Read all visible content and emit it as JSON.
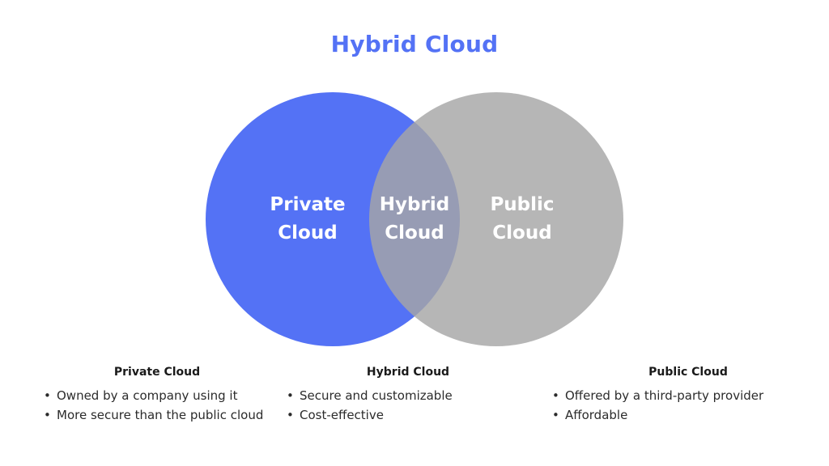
{
  "title": "Hybrid Cloud",
  "colors": {
    "private": "#5472f5",
    "public": "#a6a6a6",
    "overlap": "#6b81e3",
    "title": "#5472f5",
    "background": "#ffffff",
    "body_text": "#2b2b2b"
  },
  "venn": {
    "private": {
      "line1": "Private",
      "line2": "Cloud"
    },
    "hybrid": {
      "line1": "Hybrid",
      "line2": "Cloud"
    },
    "public": {
      "line1": "Public",
      "line2": "Cloud"
    }
  },
  "legend": {
    "bullet": "•",
    "columns": [
      {
        "title": "Private Cloud",
        "items": [
          "Owned by a company using it",
          "More secure than the public cloud"
        ]
      },
      {
        "title": "Hybrid Cloud",
        "items": [
          "Secure and customizable",
          "Cost-effective"
        ]
      },
      {
        "title": "Public Cloud",
        "items": [
          "Offered by a third-party provider",
          "Affordable"
        ]
      }
    ]
  }
}
